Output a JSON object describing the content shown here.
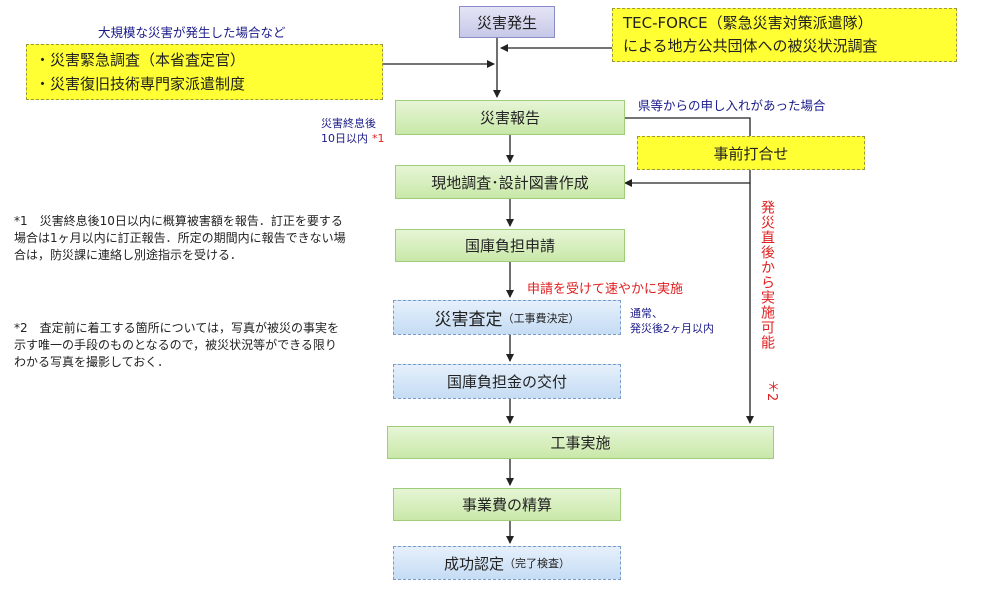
{
  "start": "災害発生",
  "large_disaster_note": "大規模な災害が発生した場合など",
  "survey_lines": [
    "・災害緊急調査（本省査定官）",
    "・災害復旧技術専門家派遣制度"
  ],
  "tecforce_lines": [
    "TEC-FORCE（緊急災害対策派遣隊）",
    "による地方公共団体への被災状況調査"
  ],
  "steps": {
    "report": "災害報告",
    "field_survey": "現地調査･設計図書作成",
    "application": "国庫負担申請",
    "assessment_main": "災害査定",
    "assessment_sub": "（工事費決定）",
    "grant": "国庫負担金の交付",
    "construction": "工事実施",
    "settlement": "事業費の精算",
    "completion_main": "成功認定",
    "completion_sub": "（完了検査）"
  },
  "pre_meeting": "事前打合せ",
  "request_note": "県等からの申し入れがあった場合",
  "report_deadline_lines": [
    "災害終息後",
    "10日以内"
  ],
  "report_deadline_mark": "*1",
  "prompt_note": "申請を受けて速やかに実施",
  "assessment_timing_lines": [
    "通常、",
    "発災後2ヶ月以内"
  ],
  "immediate_vertical": "発災直後から実施可能",
  "immediate_mark": "＊2",
  "footnote1": "*1　災害終息後10日以内に概算被害額を報告．訂正を要する場合は1ヶ月以内に訂正報告．所定の期間内に報告できない場合は，防災課に連絡し別途指示を受ける．",
  "footnote2": "*2　査定前に着工する箇所については，写真が被災の事実を示す唯一の手段のものとなるので，被災状況等ができる限りわかる写真を撮影しておく．"
}
